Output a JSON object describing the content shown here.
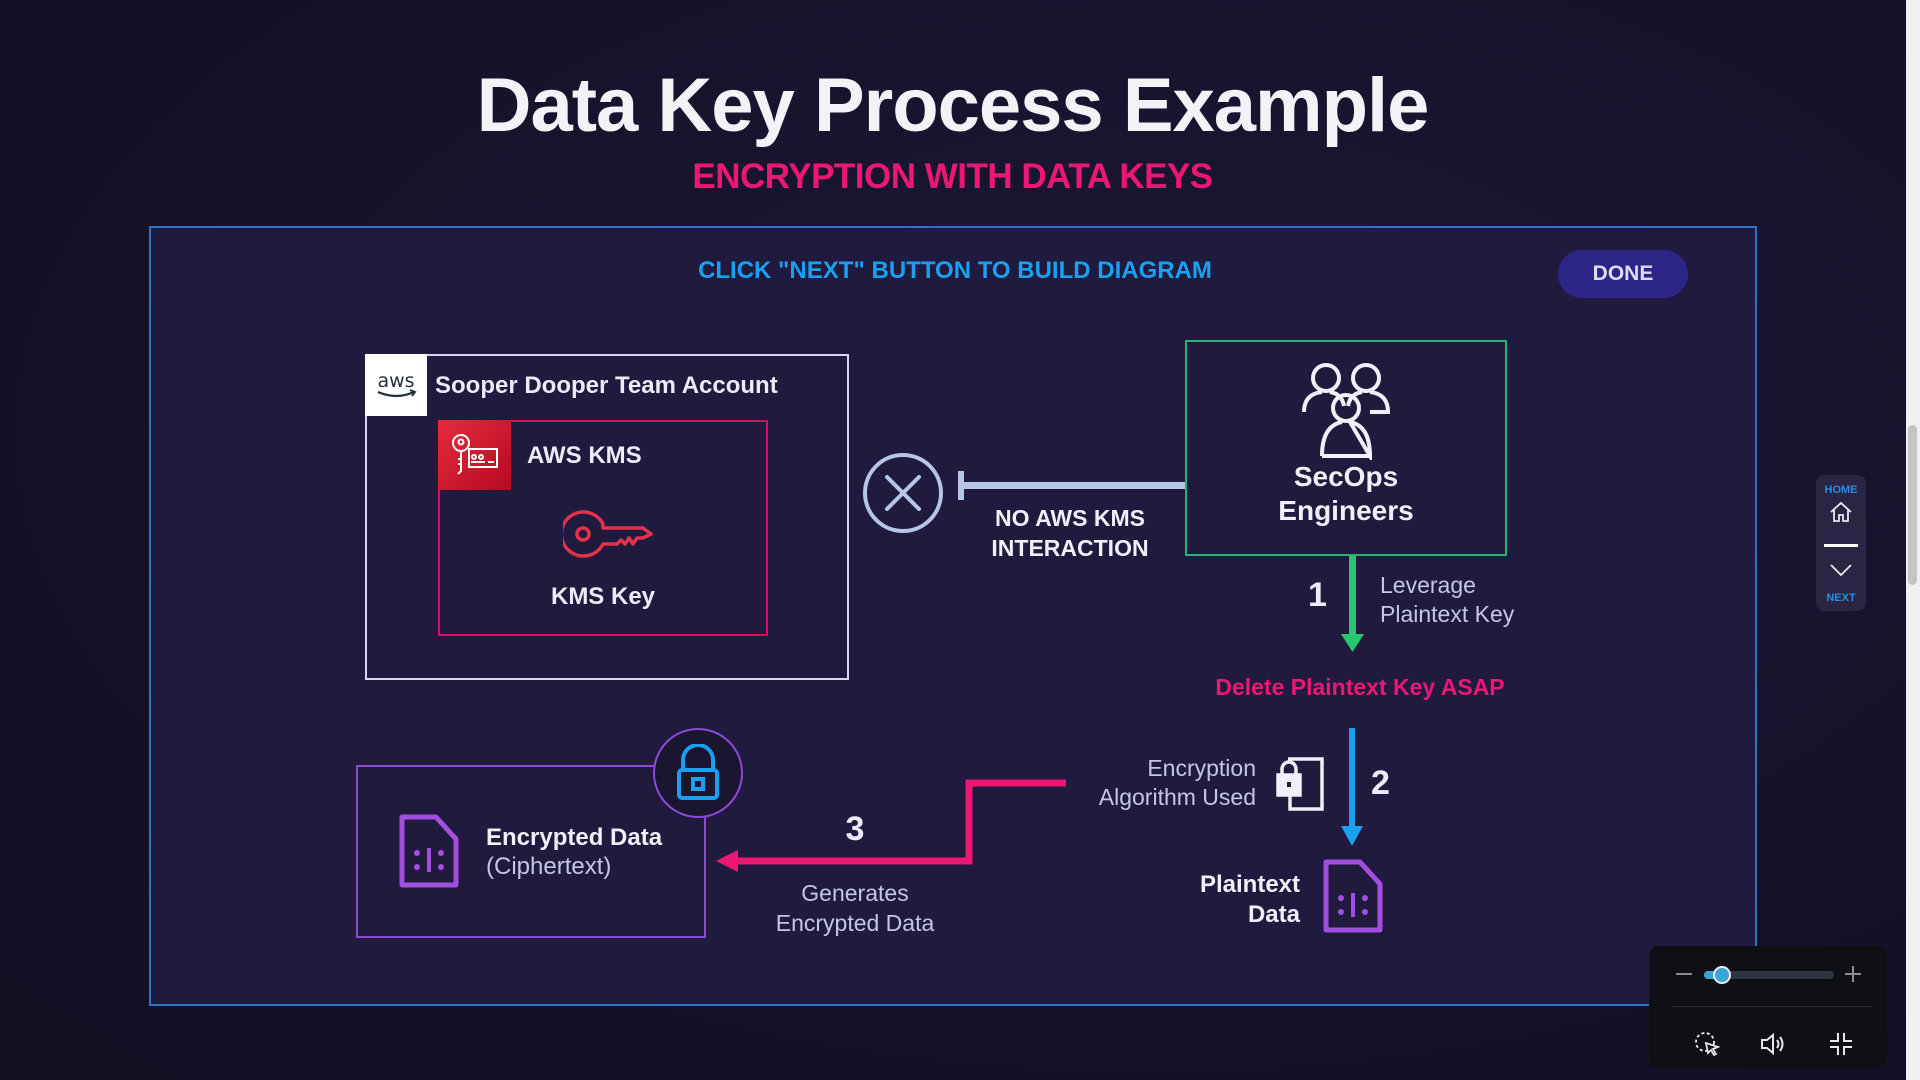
{
  "header": {
    "title": "Data Key Process Example",
    "subtitle": "ENCRYPTION WITH DATA KEYS"
  },
  "panel": {
    "instruction": "CLICK \"NEXT\" BUTTON TO BUILD DIAGRAM",
    "done_label": "DONE"
  },
  "diagram": {
    "account": {
      "logo_text": "aws",
      "label": "Sooper Dooper Team Account"
    },
    "kms": {
      "service_label": "AWS KMS",
      "key_label": "KMS Key"
    },
    "no_interaction": {
      "line1": "NO AWS KMS",
      "line2": "INTERACTION"
    },
    "secops": {
      "line1": "SecOps",
      "line2": "Engineers"
    },
    "step1": {
      "number": "1",
      "line1": "Leverage",
      "line2": "Plaintext Key"
    },
    "warning": "Delete Plaintext Key ASAP",
    "step2": {
      "number": "2",
      "algo_line1": "Encryption",
      "algo_line2": "Algorithm Used"
    },
    "plaintext": {
      "line1": "Plaintext",
      "line2": "Data"
    },
    "step3": {
      "number": "3",
      "line1": "Generates",
      "line2": "Encrypted Data"
    },
    "encrypted": {
      "title": "Encrypted Data",
      "subtitle": "(Ciphertext)"
    },
    "colors": {
      "accent_pink": "#ec1773",
      "accent_blue": "#1aa0f0",
      "secops_green": "#27b36b",
      "kms_red": "#d2125f",
      "data_purple": "#8d49d6"
    }
  },
  "nav": {
    "home_label": "HOME",
    "next_label": "NEXT"
  },
  "media": {
    "zoom_level": 0.12
  }
}
